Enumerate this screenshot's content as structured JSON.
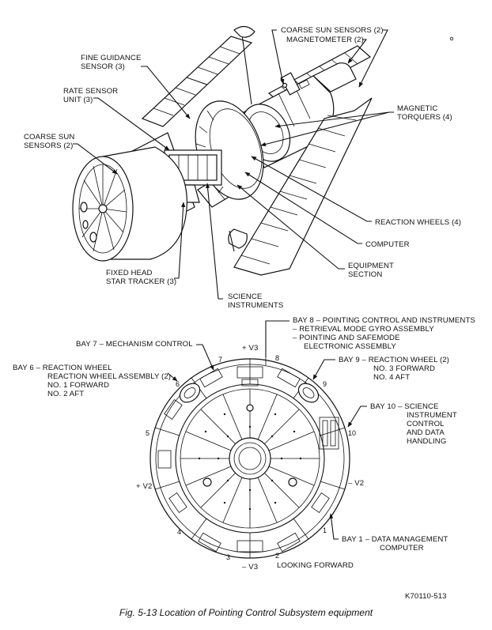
{
  "top_labels": {
    "coarse_sun_sensors_top": "COARSE SUN SENSORS (2)",
    "magnetometer": "MAGNETOMETER (2)",
    "fine_guidance_1": "FINE GUIDANCE",
    "fine_guidance_2": "SENSOR (3)",
    "rate_sensor_1": "RATE SENSOR",
    "rate_sensor_2": "UNIT (3)",
    "coarse_sun_left_1": "COARSE SUN",
    "coarse_sun_left_2": "SENSORS (2)",
    "magnetic_torquers_1": "MAGNETIC",
    "magnetic_torquers_2": "TORQUERS (4)",
    "reaction_wheels": "REACTION WHEELS (4)",
    "computer": "COMPUTER",
    "equipment_section_1": "EQUIPMENT",
    "equipment_section_2": "SECTION",
    "fixed_head_1": "FIXED HEAD",
    "fixed_head_2": "STAR TRACKER (3)",
    "science_instruments_1": "SCIENCE",
    "science_instruments_2": "INSTRUMENTS"
  },
  "bottom_labels": {
    "bay8_1": "BAY 8  –  POINTING CONTROL AND INSTRUMENTS",
    "bay8_2": "–  RETRIEVAL MODE GYRO ASSEMBLY",
    "bay8_3": "–  POINTING AND SAFEMODE",
    "bay8_4": "ELECTRONIC ASSEMBLY",
    "bay7": "BAY 7  –  MECHANISM CONTROL",
    "bay6_1": "BAY 6  –  REACTION WHEEL",
    "bay6_2": "REACTION WHEEL ASSEMBLY (2)",
    "bay6_3": "NO. 1 FORWARD",
    "bay6_4": "NO. 2 AFT",
    "bay9_1": "BAY 9  –  REACTION WHEEL (2)",
    "bay9_2": "NO. 3 FORWARD",
    "bay9_3": "NO. 4 AFT",
    "bay10_1": "BAY 10  –  SCIENCE",
    "bay10_2": "INSTRUMENT",
    "bay10_3": "CONTROL",
    "bay10_4": "AND DATA",
    "bay10_5": "HANDLING",
    "bay1_1": "BAY 1  –  DATA MANAGEMENT",
    "bay1_2": "COMPUTER",
    "plus_v3": "+ V3",
    "minus_v3": "– V3",
    "plus_v2": "+ V2",
    "minus_v2": "– V2",
    "looking_forward": "LOOKING FORWARD",
    "bay_numbers": [
      "1",
      "2",
      "3",
      "4",
      "5",
      "6",
      "7",
      "8",
      "9",
      "10"
    ]
  },
  "figure_id": "K70110-513",
  "caption": "Fig. 5-13 Location of Pointing Control Subsystem equipment"
}
